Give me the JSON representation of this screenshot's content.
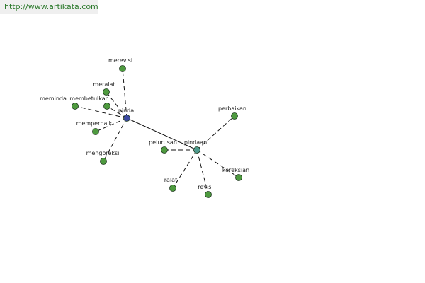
{
  "header": {
    "url": "http://www.artikata.com"
  },
  "colors": {
    "leaf_fill": "#4e9a3f",
    "root_fill": "#3c4aa2",
    "hub_fill": "#4e9a8e",
    "node_stroke": "#1f3a1f",
    "edge": "#111111"
  },
  "graph": {
    "nodes": [
      {
        "id": "pinda",
        "label": "pinda",
        "kind": "root"
      },
      {
        "id": "pindaan",
        "label": "pindaan",
        "kind": "hub"
      },
      {
        "id": "merevisi",
        "label": "merevisi",
        "kind": "leaf"
      },
      {
        "id": "meralat",
        "label": "meralat",
        "kind": "leaf"
      },
      {
        "id": "meminda",
        "label": "meminda",
        "kind": "leaf"
      },
      {
        "id": "membetulkan",
        "label": "membetulkan",
        "kind": "leaf"
      },
      {
        "id": "memperbaiki",
        "label": "memperbaiki",
        "kind": "leaf"
      },
      {
        "id": "mengoreksi",
        "label": "mengoreksi",
        "kind": "leaf"
      },
      {
        "id": "perbaikan",
        "label": "perbaikan",
        "kind": "leaf"
      },
      {
        "id": "pelurusan",
        "label": "pelurusan",
        "kind": "leaf"
      },
      {
        "id": "koreksian",
        "label": "koreksian",
        "kind": "leaf"
      },
      {
        "id": "ralat",
        "label": "ralat",
        "kind": "leaf"
      },
      {
        "id": "revisi",
        "label": "revisi",
        "kind": "leaf"
      }
    ],
    "edges": [
      {
        "from": "pinda",
        "to": "pindaan",
        "style": "solid"
      },
      {
        "from": "pinda",
        "to": "merevisi",
        "style": "dashed"
      },
      {
        "from": "pinda",
        "to": "meralat",
        "style": "dashed"
      },
      {
        "from": "pinda",
        "to": "meminda",
        "style": "dashed"
      },
      {
        "from": "pinda",
        "to": "membetulkan",
        "style": "dashed"
      },
      {
        "from": "pinda",
        "to": "memperbaiki",
        "style": "dashed"
      },
      {
        "from": "pinda",
        "to": "mengoreksi",
        "style": "dashed"
      },
      {
        "from": "pindaan",
        "to": "perbaikan",
        "style": "dashed"
      },
      {
        "from": "pindaan",
        "to": "pelurusan",
        "style": "dashed"
      },
      {
        "from": "pindaan",
        "to": "koreksian",
        "style": "dashed"
      },
      {
        "from": "pindaan",
        "to": "ralat",
        "style": "dashed"
      },
      {
        "from": "pindaan",
        "to": "revisi",
        "style": "dashed"
      }
    ]
  }
}
